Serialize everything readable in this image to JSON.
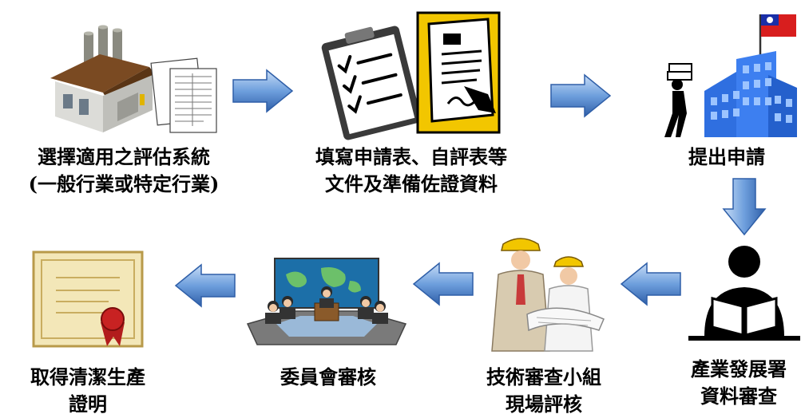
{
  "steps": [
    {
      "id": "select-system",
      "lines": [
        "選擇適用之評估系統",
        "(一般行業或特定行業)"
      ],
      "icon": "factory-documents-icon"
    },
    {
      "id": "fill-forms",
      "lines": [
        "填寫申請表、自評表等",
        "文件及準備佐證資料"
      ],
      "icon": "checklist-writing-icon"
    },
    {
      "id": "submit",
      "lines": [
        "提出申請"
      ],
      "icon": "person-carrying-to-government-building-icon"
    },
    {
      "id": "review",
      "lines": [
        "產業發展署",
        "資料審查"
      ],
      "icon": "person-reading-icon"
    },
    {
      "id": "onsite",
      "lines": [
        "技術審查小組",
        "現場評核"
      ],
      "icon": "engineers-inspecting-icon"
    },
    {
      "id": "committee",
      "lines": [
        "委員會審核"
      ],
      "icon": "committee-meeting-icon"
    },
    {
      "id": "certificate",
      "lines": [
        "取得清潔生產",
        "證明"
      ],
      "icon": "certificate-icon"
    }
  ],
  "colors": {
    "arrow_light": "#a9c8ef",
    "arrow_dark": "#3d6fb8",
    "text": "#000000",
    "building": "#2f6fe0",
    "flag_red": "#d81e1e",
    "flag_blue": "#1a2fa8"
  }
}
